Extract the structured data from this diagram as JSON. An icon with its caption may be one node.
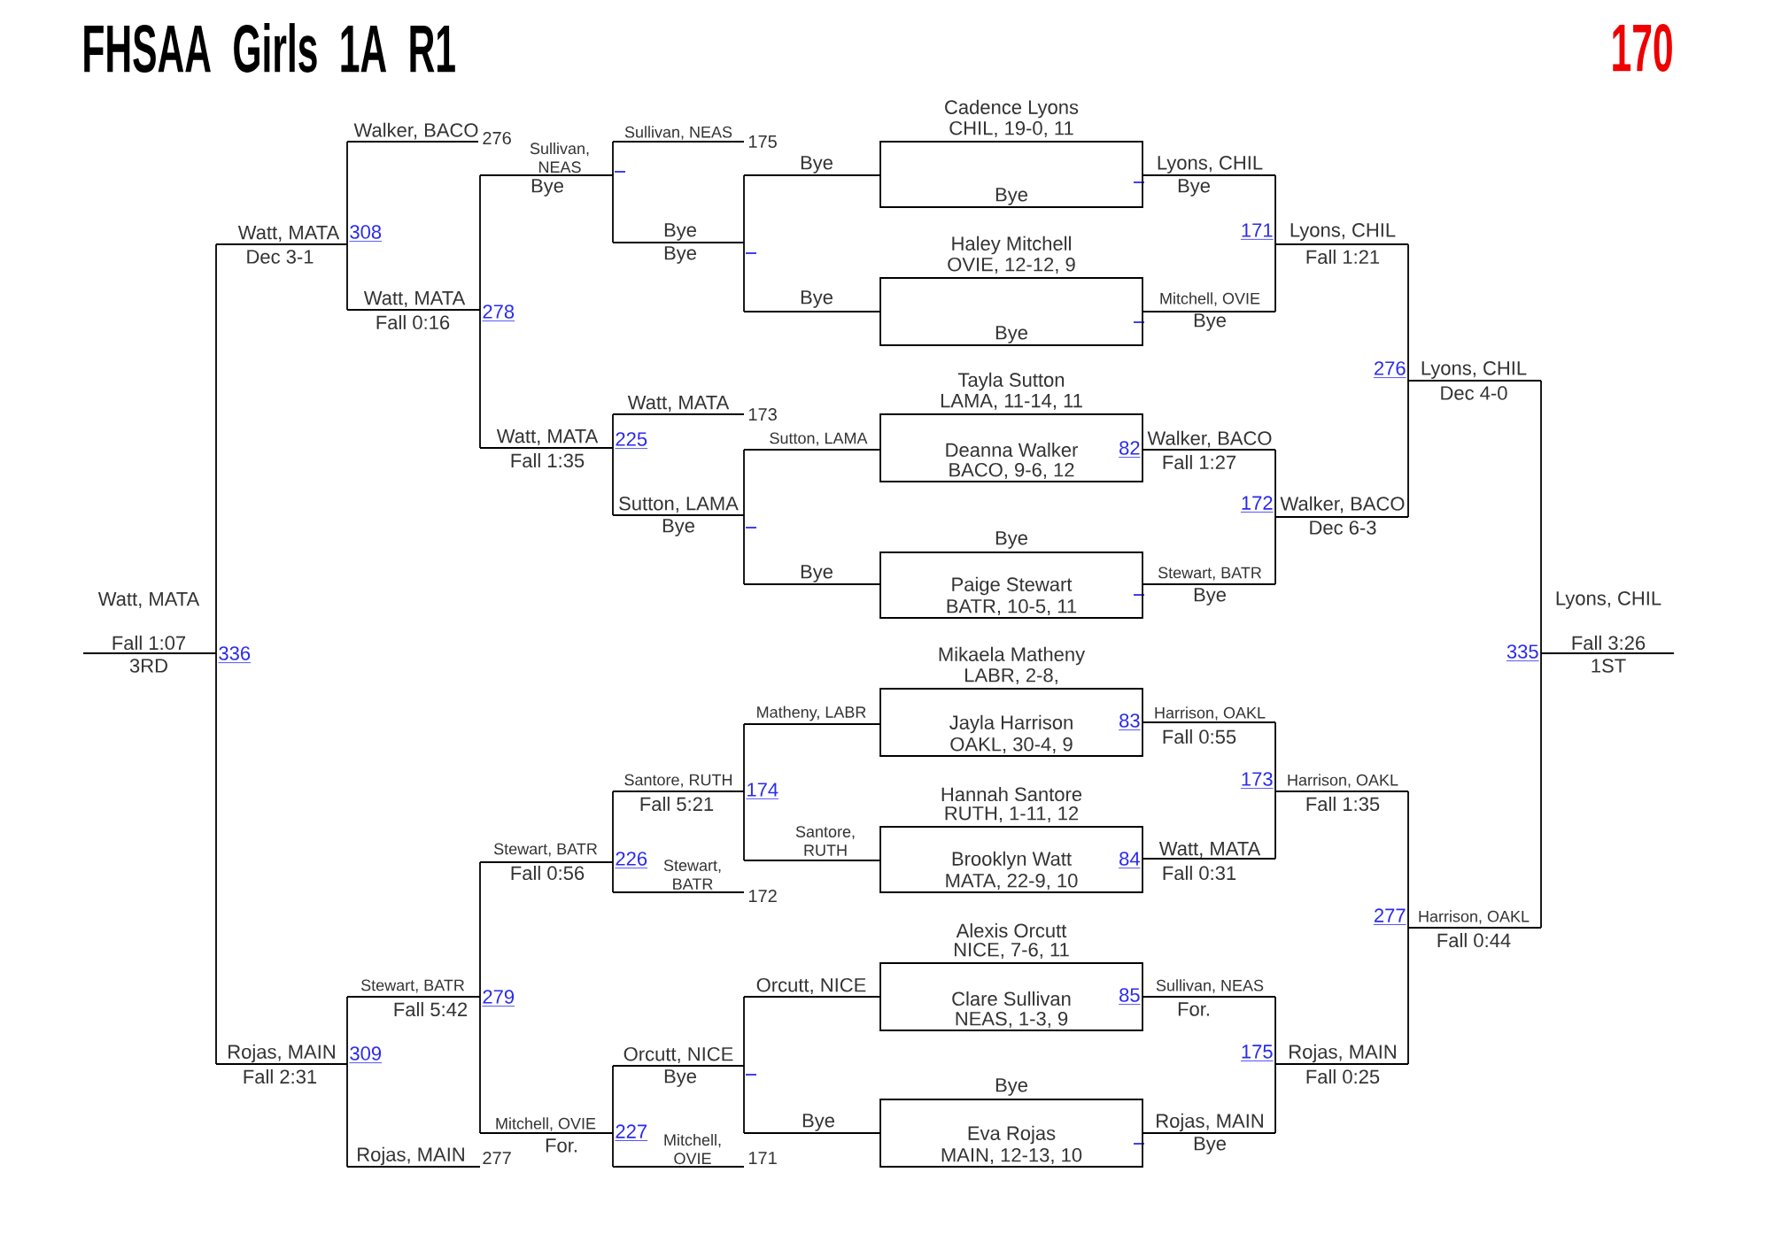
{
  "diagram": {
    "title": "FHSAA Girls 1A R1",
    "nodes": [
      {
        "text": [
          "Cadence Lyons",
          "CHIL, 19-0, 11",
          "Bye"
        ]
      },
      {
        "text": [
          "Haley Mitchell",
          "OVIE, 12-12, 9",
          "Bye"
        ]
      },
      {
        "text": [
          "Tayla Sutton",
          "LAMA, 11-14, 11",
          "Deanna Walker",
          "BACO, 9-6, 12"
        ]
      },
      {
        "text": [
          "Bye",
          "Paige Stewart",
          "BATR, 10-5, 11"
        ]
      },
      {
        "text": [
          "Mikaela Matheny",
          "LABR, 2-8,",
          "Jayla Harrison",
          "OAKL, 30-4, 9"
        ]
      },
      {
        "text": [
          "Hannah Santore",
          "RUTH, 1-11, 12",
          "Brooklyn Watt",
          "MATA, 22-9, 10"
        ]
      },
      {
        "text": [
          "Alexis Orcutt",
          "NICE, 7-6, 11",
          "Clare Sullivan",
          "NEAS, 1-3, 9"
        ]
      },
      {
        "text": [
          "Bye",
          "Eva Rojas",
          "MAIN, 12-13, 10"
        ]
      }
    ],
    "labels": [
      "170",
      "Walker, BACO",
      "276",
      "Sullivan, NEAS",
      "175",
      "Sullivan, NEAS",
      "Bye",
      "Bye",
      "Watt, MATA",
      "Dec 3-1",
      "308",
      "Bye",
      "Bye",
      "Bye",
      "Watt, MATA",
      "Fall 0:16",
      "278",
      "Watt, MATA",
      "173",
      "Sutton, LAMA",
      "Watt, MATA",
      "Fall 1:35",
      "225",
      "Sutton, LAMA",
      "Bye",
      "Bye",
      "Watt, MATA",
      "Fall 1:07",
      "3RD",
      "336",
      "Matheny, LABR",
      "Santore, RUTH",
      "Fall 5:21",
      "174",
      "Santore, RUTH",
      "Stewart, BATR",
      "Fall 0:56",
      "226",
      "Stewart, BATR",
      "172",
      "Orcutt, NICE",
      "Stewart, BATR",
      "Fall 5:42",
      "279",
      "Rojas, MAIN",
      "Fall 2:31",
      "309",
      "Orcutt, NICE",
      "Bye",
      "Bye",
      "Mitchell, OVIE",
      "For.",
      "227",
      "Mitchell, OVIE",
      "Rojas, MAIN",
      "277",
      "171",
      "Lyons, CHIL",
      "Bye",
      "171",
      "Lyons, CHIL",
      "Fall 1:21",
      "Mitchell, OVIE",
      "Bye",
      "Lyons, CHIL",
      "Dec 4-0",
      "276",
      "82",
      "Walker, BACO",
      "Fall 1:27",
      "172",
      "Walker, BACO",
      "Dec 6-3",
      "Stewart, BATR",
      "Bye",
      "Lyons, CHIL",
      "Fall 3:26",
      "1ST",
      "335",
      "83",
      "Harrison, OAKL",
      "Fall 0:55",
      "173",
      "Harrison, OAKL",
      "Fall 1:35",
      "84",
      "Watt, MATA",
      "Fall 0:31",
      "277",
      "Harrison, OAKL",
      "Fall 0:44",
      "85",
      "Sullivan, NEAS",
      "For.",
      "175",
      "Rojas, MAIN",
      "Fall 0:25",
      "Rojas, MAIN",
      "Bye"
    ]
  }
}
